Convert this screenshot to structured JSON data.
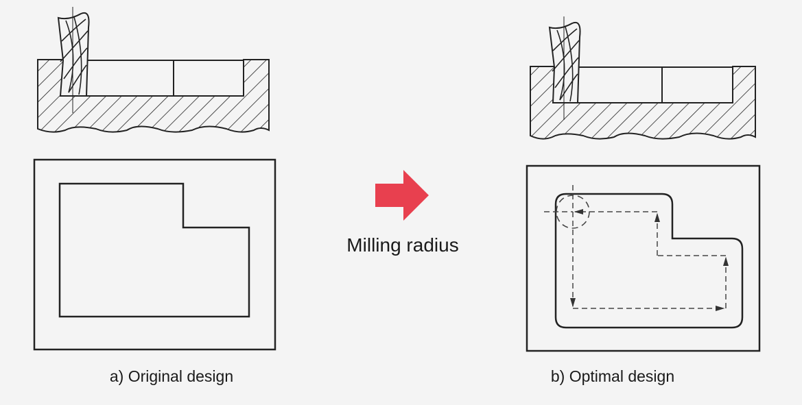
{
  "arrow": {
    "label": "Milling radius",
    "color": "#e8404f"
  },
  "captions": {
    "original": "a) Original design",
    "optimal": "b) Optimal design"
  }
}
